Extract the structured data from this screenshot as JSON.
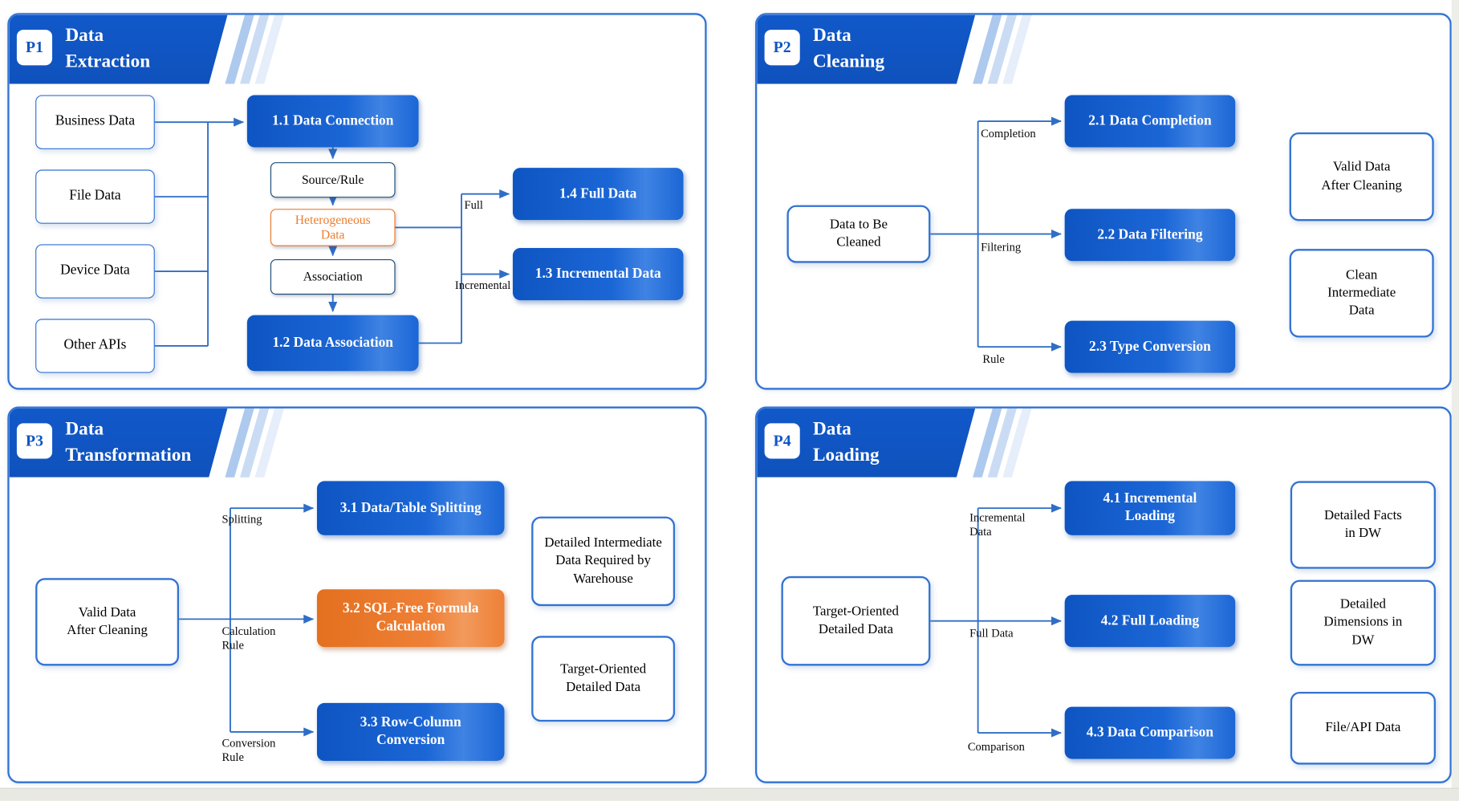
{
  "colors": {
    "primary_blue": "#1460CB",
    "banner_blue": "#1056C6",
    "accent_orange": "#ED7D31",
    "wire_blue": "#2F6EC5",
    "border_blue": "#3273D2"
  },
  "panels": [
    {
      "badge": "P1",
      "title": [
        "Data",
        "Extraction"
      ],
      "sources": [
        "Business Data",
        "File Data",
        "Device Data",
        "Other APIs"
      ],
      "nodes": {
        "connection": "1.1 Data Connection",
        "source_rule": "Source/Rule",
        "heterogeneous": "Heterogeneous\nData",
        "association": "Association",
        "data_association": "1.2 Data Association",
        "full_data": "1.4 Full Data",
        "incremental_data": "1.3 Incremental Data"
      },
      "edge_labels": {
        "full": "Full",
        "incremental": "Incremental"
      }
    },
    {
      "badge": "P2",
      "title": [
        "Data",
        "Cleaning"
      ],
      "input": "Data to Be\nCleaned",
      "steps": [
        "2.1 Data Completion",
        "2.2 Data Filtering",
        "2.3 Type Conversion"
      ],
      "edge_labels": [
        "Completion",
        "Filtering",
        "Rule"
      ],
      "outputs": [
        "Valid Data\nAfter Cleaning",
        "Clean\nIntermediate\nData"
      ]
    },
    {
      "badge": "P3",
      "title": [
        "Data",
        "Transformation"
      ],
      "input": "Valid Data\nAfter Cleaning",
      "steps": [
        "3.1 Data/Table Splitting",
        "3.2 SQL-Free Formula\nCalculation",
        "3.3 Row-Column\nConversion"
      ],
      "edge_labels": [
        "Splitting",
        "Calculation\nRule",
        "Conversion\nRule"
      ],
      "outputs": [
        "Detailed Intermediate\nData Required by\nWarehouse",
        "Target-Oriented\nDetailed Data"
      ]
    },
    {
      "badge": "P4",
      "title": [
        "Data",
        "Loading"
      ],
      "input": "Target-Oriented\nDetailed Data",
      "steps": [
        "4.1 Incremental\nLoading",
        "4.2 Full Loading",
        "4.3 Data Comparison"
      ],
      "edge_labels": [
        "Incremental\nData",
        "Full Data",
        "Comparison"
      ],
      "outputs": [
        "Detailed Facts\nin DW",
        "Detailed\nDimensions in\nDW",
        "File/API Data"
      ]
    }
  ]
}
